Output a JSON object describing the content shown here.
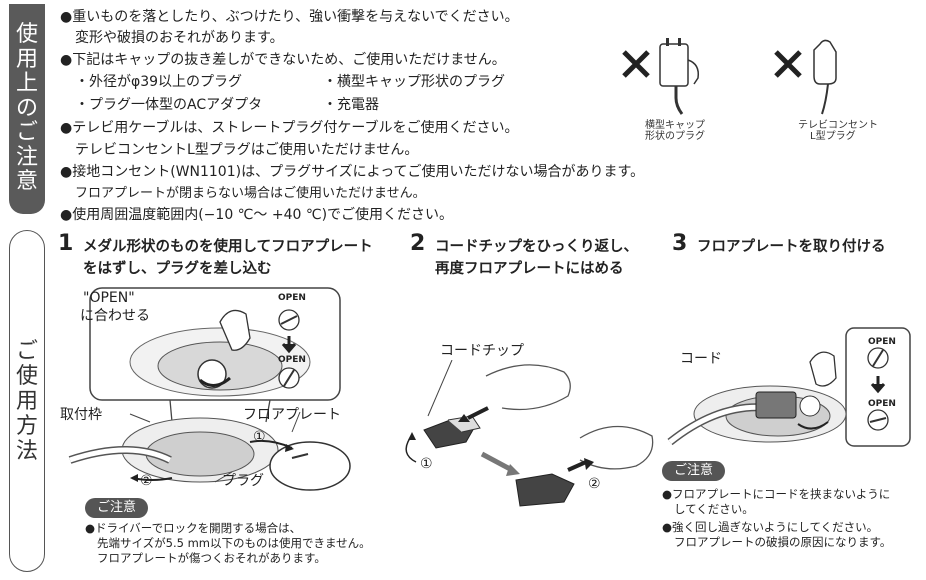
{
  "tabs": {
    "precautions": "使用上のご注意",
    "usage": "ご使用方法"
  },
  "precautions": {
    "b1": "●重いものを落としたり、ぶつけたり、強い衝撃を与えないでください。",
    "b1_sub": "変形や破損のおそれがあります。",
    "b2": "●下記はキャップの抜き差しができないため、ご使用いただけません。",
    "b2_a": "・外径がφ39以上のプラグ",
    "b2_b": "・横型キャップ形状のプラグ",
    "b2_c": "・プラグ一体型のACアダプタ",
    "b2_d": "・充電器",
    "b3": "●テレビ用ケーブルは、ストレートプラグ付ケーブルをご使用ください。",
    "b3_sub": "テレビコンセントL型プラグはご使用いただけません。",
    "b4": "●接地コンセント(WN1101)は、プラグサイズによってご使用いただけない場合があります。",
    "b4_sub": "フロアプレートが閉まらない場合はご使用いただけません。",
    "b5": "●使用周囲温度範囲内(−10 ℃〜 +40 ℃)でご使用ください。"
  },
  "ng_images": {
    "cap_line1": "横型キャップ",
    "cap_line2": "形状のプラグ",
    "tv_line1": "テレビコンセント",
    "tv_line2": "L型プラグ"
  },
  "steps": {
    "s1_num": "1",
    "s1_l1": "メダル形状のものを使用してフロアプレート",
    "s1_l2": "をはずし、プラグを差し込む",
    "s2_num": "2",
    "s2_l1": "コードチップをひっくり返し、",
    "s2_l2": "再度フロアプレートにはめる",
    "s3_num": "3",
    "s3_l1": "フロアプレートを取り付ける"
  },
  "labels": {
    "open_quote": "\"OPEN\"",
    "align": "に合わせる",
    "open": "OPEN",
    "frame": "取付枠",
    "floor_plate": "フロアプレート",
    "plug": "プラグ",
    "cord_chip": "コードチップ",
    "cord": "コード",
    "c1": "①",
    "c2": "②"
  },
  "notes": {
    "badge": "ご注意",
    "n1_l1": "●ドライバーでロックを開閉する場合は、",
    "n1_l2": "先端サイズが5.5 mm以下のものは使用できません。",
    "n1_l3": "フロアプレートが傷つくおそれがあります。",
    "n3_l1": "●フロアプレートにコードを挟まないように",
    "n3_l2": "してください。",
    "n3_l3": "●強く回し過ぎないようにしてください。",
    "n3_l4": "フロアプレートの破損の原因になります。"
  }
}
